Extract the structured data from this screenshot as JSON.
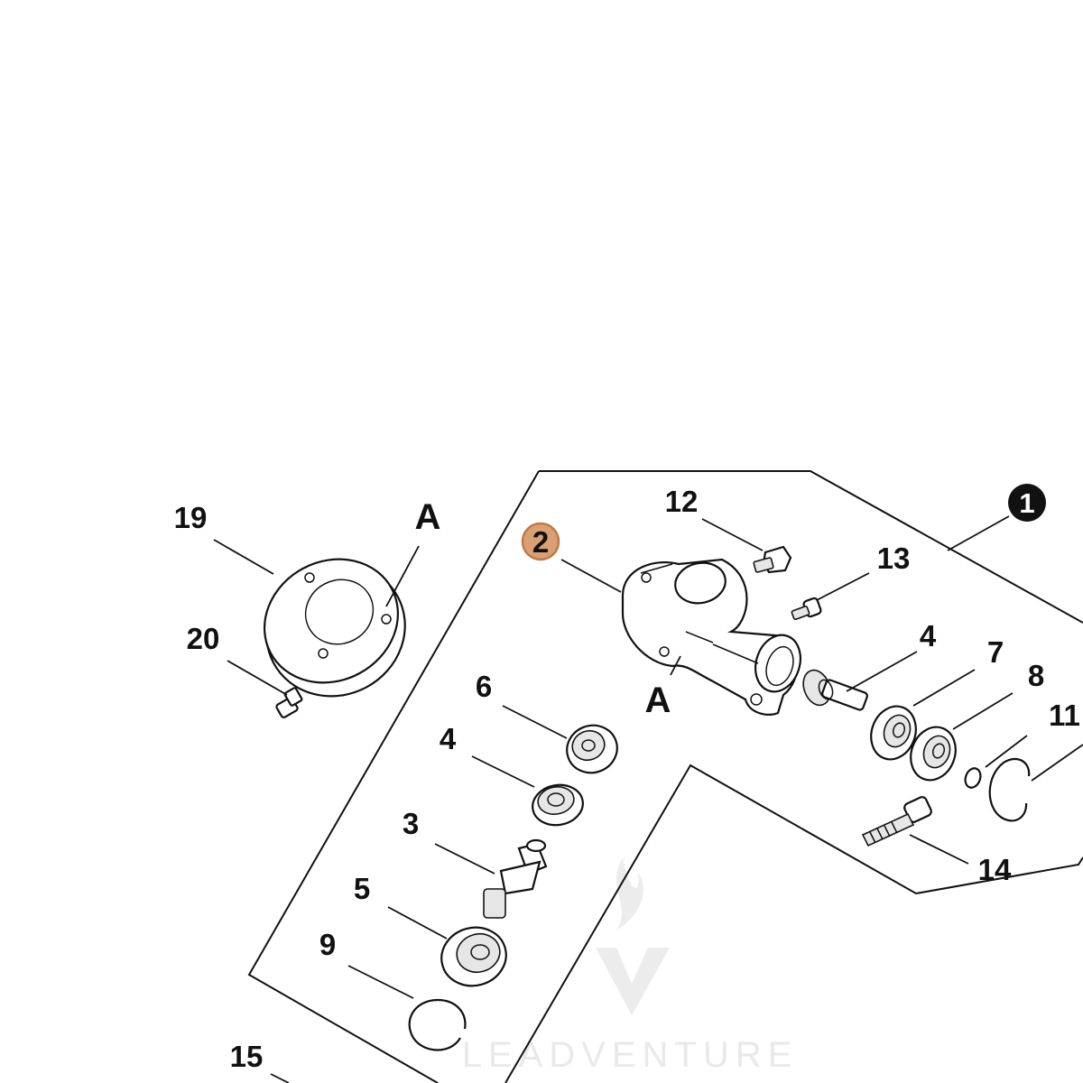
{
  "callouts": {
    "c1": "1",
    "c2": "2",
    "c3": "3",
    "c4a": "4",
    "c4b": "4",
    "c5": "5",
    "c6": "6",
    "c7": "7",
    "c8": "8",
    "c9": "9",
    "c11": "11",
    "c12": "12",
    "c13": "13",
    "c14": "14",
    "c15": "15",
    "c19": "19",
    "c20": "20",
    "markA1": "A",
    "markA2": "A"
  },
  "highlight": {
    "part": "2",
    "fill": "#d9a073",
    "stroke": "#c07a45"
  },
  "watermark": {
    "text": "LEADVENTURE"
  }
}
